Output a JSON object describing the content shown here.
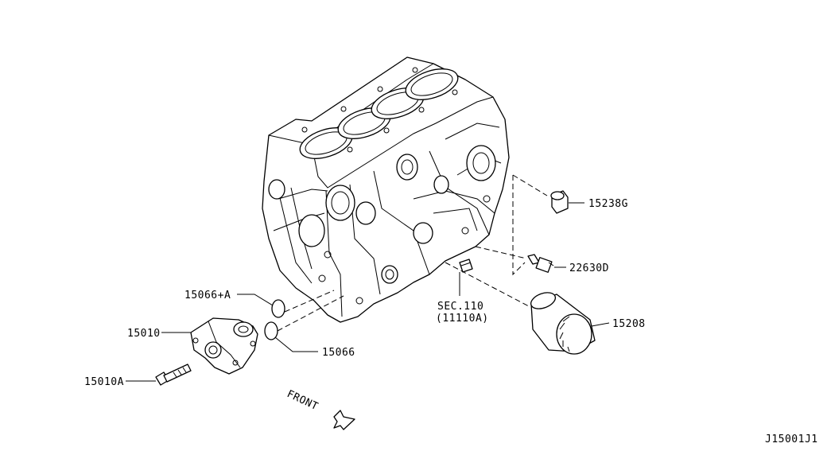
{
  "callouts": {
    "p15238g": "15238G",
    "p22630d": "22630D",
    "sec_line1": "SEC.110",
    "sec_line2": "(11110A)",
    "p15208": "15208",
    "p15066a": "15066+A",
    "p15010": "15010",
    "p15066": "15066",
    "p15010a": "15010A"
  },
  "front_label": "FRONT",
  "diagram_code": "J15001J1"
}
